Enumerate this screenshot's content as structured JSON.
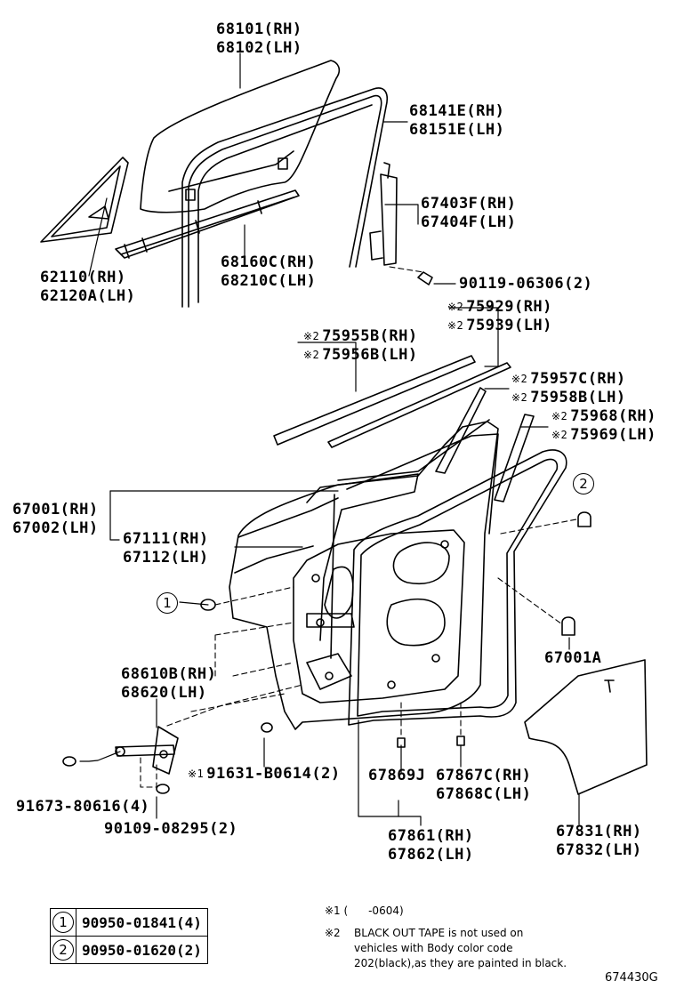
{
  "parts": {
    "glass_rh": "68101(RH)",
    "glass_lh": "68102(LH)",
    "run_rh": "68141E(RH)",
    "run_lh": "68151E(LH)",
    "frame_rh": "67403F(RH)",
    "frame_lh": "67404F(LH)",
    "screw_top": "90119-06306(2)",
    "quarter_rh": "62110(RH)",
    "quarter_lh": "62120A(LH)",
    "weather_rh": "68160C(RH)",
    "weather_lh": "68210C(LH)",
    "tape1_rh": "75929(RH)",
    "tape1_lh": "75939(LH)",
    "tape2_rh": "75955B(RH)",
    "tape2_lh": "75956B(LH)",
    "tape3_rh": "75957C(RH)",
    "tape3_lh": "75958B(LH)",
    "tape4_rh": "75968(RH)",
    "tape4_lh": "75969(LH)",
    "door_rh": "67001(RH)",
    "door_lh": "67002(LH)",
    "hinge_rh": "67111(RH)",
    "hinge_lh": "67112(LH)",
    "check_rh": "68610B(RH)",
    "check_lh": "68620(LH)",
    "plug": "67001A",
    "bolt_left": "91673-80616(4)",
    "bolt_bottom": "90109-08295(2)",
    "bolt_mid": "91631-B0614(2)",
    "clip_j": "67869J",
    "clip_rh": "67867C(RH)",
    "clip_lh": "67868C(LH)",
    "seal_rh": "67861(RH)",
    "seal_lh": "67862(LH)",
    "cover_rh": "67831(RH)",
    "cover_lh": "67832(LH)"
  },
  "marks": {
    "note1": "※1",
    "note2": "※2"
  },
  "callouts": {
    "one": "1",
    "two": "2"
  },
  "legend": [
    {
      "num": "1",
      "part": "90950-01841(4)"
    },
    {
      "num": "2",
      "part": "90950-01620(2)"
    }
  ],
  "notes": {
    "n1_mark": "※1",
    "n1_text": "(      -0604)",
    "n2_mark": "※2",
    "n2_line1": "BLACK OUT TAPE is not used on",
    "n2_line2": "vehicles with Body color code",
    "n2_line3": "202(black),as they are painted in black."
  },
  "figure_id": "674430G"
}
